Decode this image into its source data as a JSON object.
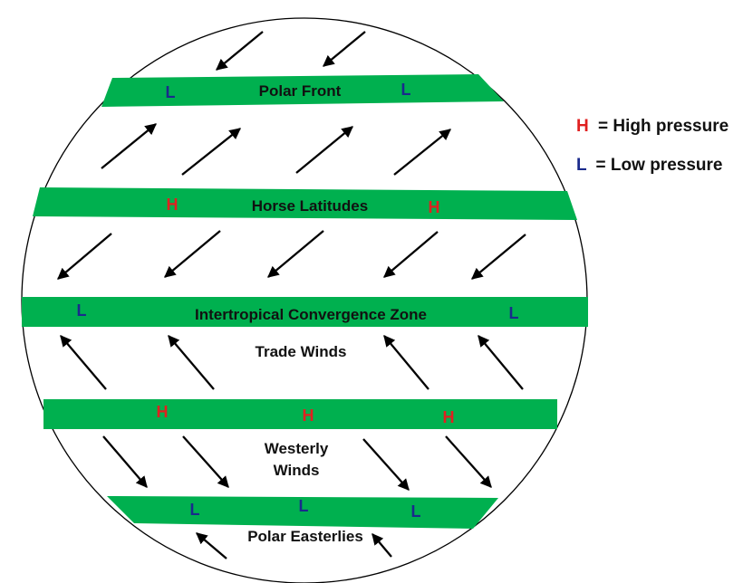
{
  "colors": {
    "band": "#00b04f",
    "high": "#e02020",
    "low": "#1a2a8c",
    "arrow": "#000000",
    "outline": "#000000"
  },
  "bands": [
    {
      "label": "Polar Front",
      "markers": [
        "L",
        "L"
      ]
    },
    {
      "label": "Horse Latitudes",
      "markers": [
        "H",
        "H"
      ]
    },
    {
      "label": "Intertropical Convergence Zone",
      "markers": [
        "L",
        "L"
      ]
    },
    {
      "label": "",
      "markers": [
        "H",
        "H",
        "H"
      ]
    },
    {
      "label": "",
      "markers": [
        "L",
        "L",
        "L"
      ]
    }
  ],
  "wind_labels": {
    "trade": "Trade Winds",
    "westerly_line1": "Westerly",
    "westerly_line2": "Winds",
    "polar_easterlies": "Polar Easterlies"
  },
  "legend": {
    "high_symbol": "H",
    "high_text": "= High pressure",
    "low_symbol": "L",
    "low_text": "= Low pressure"
  }
}
